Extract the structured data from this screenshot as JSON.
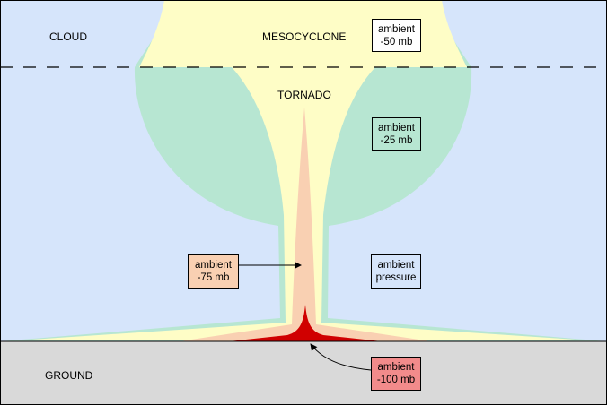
{
  "labels": {
    "cloud": "CLOUD",
    "mesocyclone": "MESOCYCLONE",
    "tornado": "TORNADO",
    "ground": "GROUND"
  },
  "boxes": {
    "minus50": {
      "line1": "ambient",
      "line2": "-50 mb"
    },
    "minus25": {
      "line1": "ambient",
      "line2": "-25 mb"
    },
    "minus75": {
      "line1": "ambient",
      "line2": "-75 mb"
    },
    "ambient": {
      "line1": "ambient",
      "line2": "pressure"
    },
    "minus100": {
      "line1": "ambient",
      "line2": "-100 mb"
    }
  },
  "colors": {
    "sky": "#d6e5fb",
    "ground": "#d9d9d9",
    "green": "#b7e6d2",
    "yellow": "#fefdc6",
    "peach": "#f9d0b2",
    "red": "#d00000",
    "box_minus75": "#f9d0b2",
    "box_minus100": "#f28b8b"
  }
}
